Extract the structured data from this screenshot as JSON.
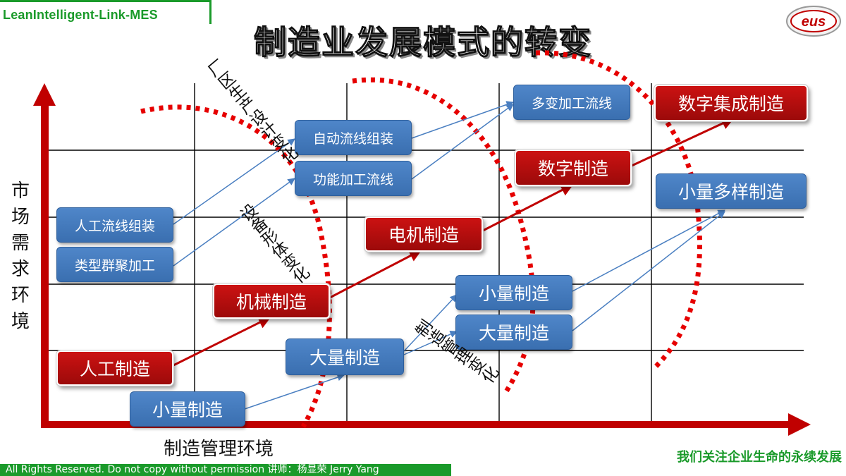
{
  "header": {
    "brand": "LeanIntelligent-Link-MES",
    "title": "制造业发展模式的转变",
    "logo_text": "eus"
  },
  "axes": {
    "y_label": [
      "市",
      "场",
      "需",
      "求",
      "环",
      "境"
    ],
    "x_label": "制造管理环境"
  },
  "nodes": {
    "manual_line_assembly": "人工流线组装",
    "type_cluster_processing": "类型群聚加工",
    "manual_manufacturing": "人工制造",
    "small_batch_1": "小量制造",
    "auto_line_assembly": "自动流线组装",
    "function_processing_line": "功能加工流线",
    "mechanical_manufacturing": "机械制造",
    "mass_manufacturing_1": "大量制造",
    "electric_manufacturing": "电机制造",
    "small_batch_2": "小量制造",
    "mass_manufacturing_2": "大量制造",
    "variable_processing_line": "多变加工流线",
    "digital_manufacturing": "数字制造",
    "digital_integrated": "数字集成制造",
    "small_batch_variety": "小量多样制造"
  },
  "transitions": {
    "plant_layout": "厂区生产设计变化",
    "equipment_form": "设备形体变化",
    "manufacturing_management": "制造管理变化"
  },
  "colors": {
    "brand_green": "#1a9a2a",
    "axis_red": "#c00000",
    "node_blue": "#4a7fc1",
    "node_red": "#b50d0d",
    "dot_red": "#e60000",
    "arrow_blue": "#4a7fc1"
  },
  "footer": {
    "copyright": "All Rights Reserved.  Do not copy without permission 讲师：杨显荣 Jerry Yang",
    "slogan": "我们关注企业生命的永续发展"
  }
}
